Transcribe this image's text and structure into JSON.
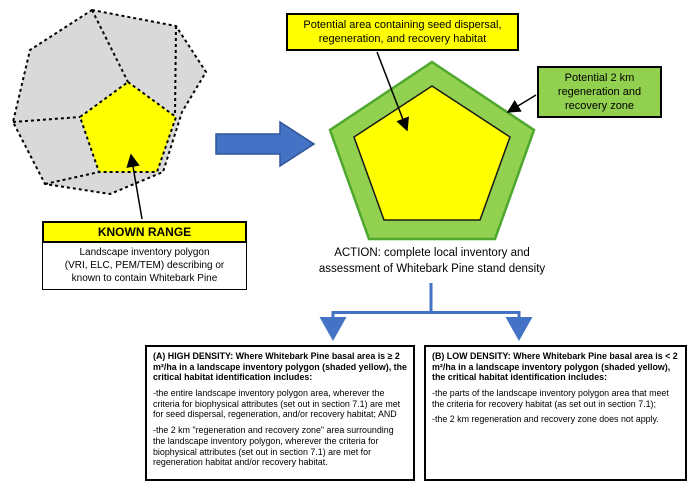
{
  "colors": {
    "highlight_yellow": "#FFFF00",
    "zone_green": "#92D050",
    "zone_green_border": "#4EA72E",
    "polygon_gray": "#D9D9D9",
    "flow_blue": "#4472C4"
  },
  "callouts": {
    "seed": "Potential area containing seed dispersal,\nregeneration, and recovery habitat",
    "zone": "Potential 2 km\nregeneration and\nrecovery zone"
  },
  "known_range": {
    "title": "KNOWN RANGE",
    "body": "Landscape inventory polygon\n(VRI, ELC, PEM/TEM) describing or\nknown to contain Whitebark Pine"
  },
  "action": {
    "text": "ACTION: complete local inventory and\nassessment of Whitebark Pine stand density"
  },
  "box_a": {
    "heading": "(A) HIGH DENSITY: Where Whitebark Pine basal area is ≥ 2 m²/ha in a landscape inventory polygon (shaded yellow), the critical habitat identification includes:",
    "bullets": [
      "-the entire landscape inventory polygon area, wherever the criteria for biophysical attributes (set out in section 7.1) are met for seed dispersal, regeneration, and/or recovery habitat; AND",
      "-the 2 km \"regeneration and recovery zone\" area surrounding the landscape inventory polygon, wherever the criteria for biophysical attributes (set out in section 7.1) are met for regeneration habitat and/or recovery habitat."
    ]
  },
  "box_b": {
    "heading": "(B) LOW DENSITY: Where Whitebark Pine basal area is < 2 m²/ha in a landscape inventory polygon (shaded yellow), the critical habitat identification includes:",
    "bullets": [
      "-the parts of the landscape inventory polygon area that meet the criteria for recovery habitat (as set out in section 7.1);",
      "-the 2 km regeneration and recovery zone does not apply."
    ]
  }
}
